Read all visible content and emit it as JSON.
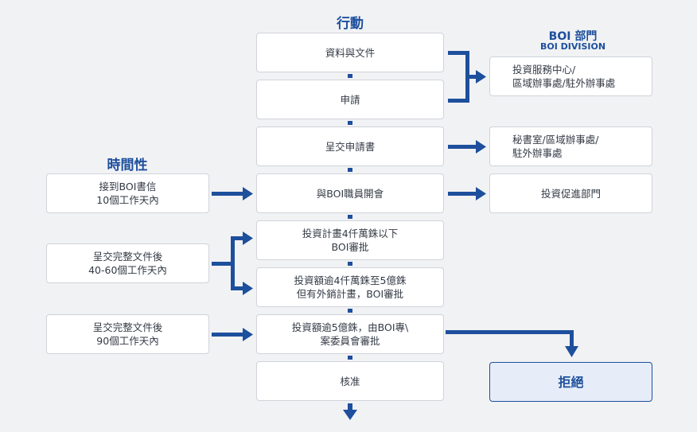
{
  "headings": {
    "action": "行動",
    "timing": "時間性",
    "boi_dept": "BOI 部門",
    "boi_division": "BOI DIVISION"
  },
  "steps": [
    {
      "id": "documents",
      "lines": [
        "資料與文件"
      ]
    },
    {
      "id": "apply",
      "lines": [
        "申請"
      ]
    },
    {
      "id": "submit",
      "lines": [
        "呈交申請書"
      ]
    },
    {
      "id": "meeting",
      "lines": [
        "與BOI職員開會"
      ]
    },
    {
      "id": "under-40m",
      "lines": [
        "投資計畫4仟萬銖以下",
        "BOI審批"
      ]
    },
    {
      "id": "40m-5b",
      "lines": [
        "投資額逾4仟萬銖至5億銖",
        "但有外銷計畫，BOI審批"
      ]
    },
    {
      "id": "over-5b",
      "lines": [
        "投資額逾5億銖，由BOI專\\",
        "案委員會審批"
      ]
    },
    {
      "id": "approve",
      "lines": [
        "核准"
      ]
    }
  ],
  "timings": [
    {
      "id": "after-meeting",
      "lines": [
        "接到BOI書信",
        "10個工作天內"
      ]
    },
    {
      "id": "40-60-days",
      "lines": [
        "呈交完整文件後",
        "40-60個工作天內"
      ]
    },
    {
      "id": "90-days",
      "lines": [
        "呈交完整文件後",
        "90個工作天內"
      ]
    }
  ],
  "departments": [
    {
      "id": "service-center",
      "lines": [
        "投資服務中心/",
        "區域辦事處/駐外辦事處"
      ]
    },
    {
      "id": "secretariat",
      "lines": [
        "秘書室/區域辦事處/",
        "駐外辦事處"
      ]
    },
    {
      "id": "promotion",
      "lines": [
        "投資促進部門"
      ]
    }
  ],
  "reject": {
    "label": "拒絕"
  },
  "colors": {
    "accent": "#1d4f9c",
    "box_border": "#cfd3d9",
    "background": "#f1f2f4"
  }
}
